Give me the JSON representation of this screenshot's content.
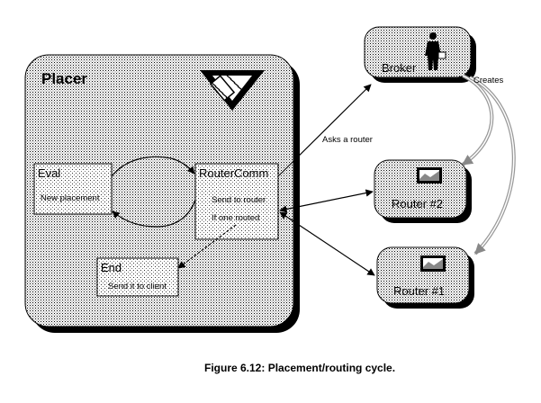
{
  "placer": {
    "title": "Placer",
    "eval": {
      "title": "Eval",
      "text": "New placement"
    },
    "router_comm": {
      "title": "RouterComm",
      "line1": "Send to router",
      "line2": "If one routed"
    },
    "end": {
      "title": "End",
      "text": "Send it to client"
    }
  },
  "broker": {
    "label": "Broker"
  },
  "router2": {
    "label": "Router #2"
  },
  "router1": {
    "label": "Router #1"
  },
  "edges": {
    "asks_router": "Asks a router",
    "creates": "Creates"
  },
  "caption": "Figure 6.12:  Placement/routing cycle.",
  "icons": {
    "placer": "chip-icon",
    "broker": "person-icon",
    "router2": "monitor-icon",
    "router1": "monitor-icon"
  }
}
